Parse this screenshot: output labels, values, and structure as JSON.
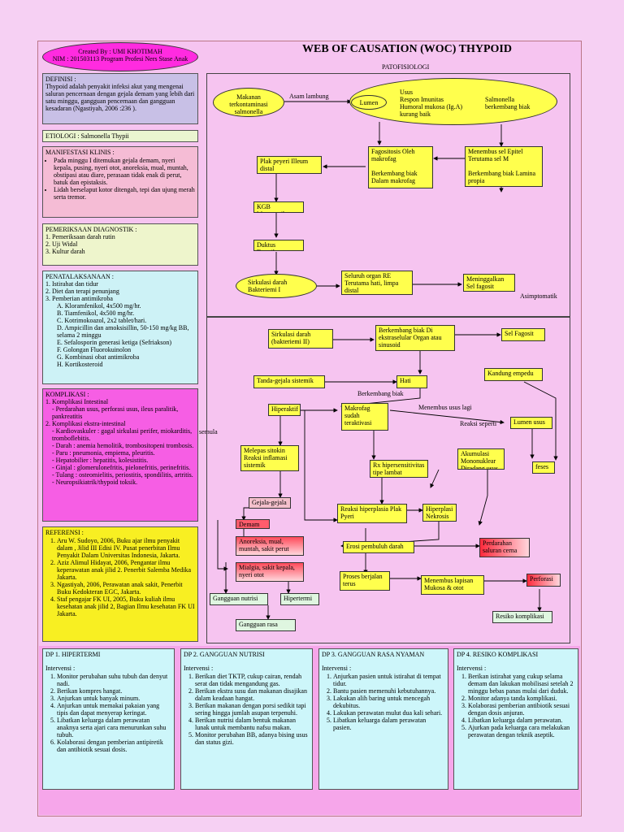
{
  "header": {
    "credit_line1": "Created By : UMI KHOTIMAH",
    "credit_line2": "NIM : 201503113 Program Profesi Ners Stase Anak",
    "title": "WEB OF CAUSATION (WOC) THYPOID",
    "patofisiologi": "PATOFISIOLOGI"
  },
  "left": {
    "definisi_title": "DEFINISI :",
    "definisi_text": "Thypoid adalah penyakit infeksi akut yang mengenai saluran pencernaan dengan gejala demam yang lebih dari satu minggu, gangguan pencernaan dan gangguan kesadaran (Ngastiyah, 2006 :236 ).",
    "etiologi": "ETIOLOGI : Salmonella Thypii",
    "manifestasi_title": "MANIFESTASI KLINIS :",
    "manifestasi_items": [
      "Pada minggu I ditemukan gejala demam, nyeri kepala, pusing, nyeri otot, anoreksia, mual, muntah, obstipasi atau diare, perasaan tidak enak di perut, batuk dan epistaksis.",
      "Lidah berselaput kotor ditengah, tepi dan ujung merah serta tremor."
    ],
    "pemeriksaan_title": "PEMERIKSAAN DIAGNOSTIK :",
    "pemeriksaan_items": [
      "1. Pemeriksaan darah rutin",
      "2. Uji Widal",
      "3. Kultur darah"
    ],
    "penatalaksanaan_title": "PENATALAKSANAAN :",
    "penatalaksanaan_items": [
      "1. Istirahat dan tidur",
      "2. Diet dan terapi penunjang",
      "3. Pemberian antimikroba",
      "A. Kloramfenikol, 4x500 mg/hr.",
      "B. Tiamfenikol, 4x500 mg/hr.",
      "C. Kotrimokoazol, 2x2 tablet/hari.",
      "D. Ampicillin dan amoksisillin, 50-150 mg/kg BB, selama 2 minggu",
      "E. Sefalosporin generasi ketiga (Sefriakson)",
      "F. Golongan Fluorokuinolon",
      "G. Kombinasi obat antimikroba",
      "H. Kortikosteroid"
    ],
    "komplikasi_title": "KOMPLIKASI :",
    "komplikasi_items": [
      "1. Komplikasi Intestinal",
      "- Perdarahan usus, perforasi usus, ileus paralitik, pankreatitis",
      "2. Komplikasi ekstra-intestinal",
      "- Kardiovaskuler : gagal sirkulasi perifer, miokarditis, tromboflebitis.",
      "- Darah : anemia hemolitik, trombositopeni trombosis.",
      "- Paru : pneumonia, empiema, pleuritis.",
      "- Hepatobilier : hepatitis, kolesistitis.",
      "- Ginjal : glomerulonefritis, pielonefritis, perinefritis.",
      "- Tulang : osteomielitis, periostitis, spondilitis, artritis.",
      "- Neuropsikiatrik/thypoid toksik."
    ],
    "referensi_title": "REFERENSI :",
    "referensi_items": [
      "Aru W. Sudoyo, 2006, Buku ajar ilmu penyakit dalam , Jilid III Edisi IV. Pusat penerbitan Ilmu Penyakit Dalam Universitas Indonesia, Jakarta.",
      "Aziz Alimul Hidayat, 2006, Pengantar ilmu keperawatan anak jilid 2. Penerbit Salemba Medika Jakarta.",
      "Ngastiyah, 2006, Perawatan anak sakit, Penerbit Buku Kedokteran EGC, Jakarta.",
      "Staf pengajar FK UI, 2005, Buku kuliah ilmu kesehatan anak jilid 2, Bagian Ilmu kesehatan FK UI Jakarta."
    ]
  },
  "flow": {
    "makanan": "Makanan terkontaminasi salmonella",
    "asam_lambung": "Asam lambung",
    "lumen": "Lumen",
    "usus": "Usus",
    "respon_imun": "Respon Imunitas Humoral mukosa (Ig.A) kurang baik",
    "salmonella_berkembang": "Salmonella berkembang biak",
    "plak_peyeri": "Plak peyeri Illeum distal",
    "fagositosis": "Fagositosis Oleh makrofag",
    "berkembang_makrofag": "Berkembang biak Dalam makrofag",
    "menembus_sel": "Menembus sel Epitel Terutama sel M",
    "berkembang_lamina": "Berkembang biak Lamina propia",
    "kgb": "KGB Mesenterika",
    "duktus": "Duktus Torasikus",
    "sirkulasi1": "Sirkulasi darah Bakteriemi I",
    "seluruh_organ": "Seluruh organ RE Terutama hati, limpa distal",
    "meninggalkan": "Meninggalkan Sel fagosit",
    "asimptomatik": "Asimptomatik",
    "sirkulasi2": "Sirkulasi darah (bakteriemi II)",
    "berkembang_ekstra": "Berkembang biak Di ekstraselular Organ atau sinusoid",
    "sel_fagosit": "Sel Fagosit",
    "tanda_gejala": "Tanda-gejala sistemik",
    "hati": "Hati",
    "kandung_empedu": "Kandung empedu",
    "berkembang_biak": "Berkembang biak",
    "hiperaktif": "Hiperaktif",
    "makrofag_teraktivasi": "Makrofag sudah teraktivasi",
    "menembus_usus_lagi": "Menembus usus lagi",
    "reaksi_seperti": "Reaksi seperti",
    "semula": "semula",
    "lumen_usus": "Lumen usus",
    "melepas_sitokin": "Melepas sitokin Reaksi inflamasi sistemik",
    "rx_hipersensitivitas": "Rx hipersensitivitas tipe lambat",
    "akumulasi": "Akumulasi Mononuklear Diradang usus",
    "feses": "feses",
    "gejala_gejala": "Gejala-gejala",
    "reaksi_hiperplasia": "Reaksi hiperplasia Plak Pyeri",
    "hiperplasi_nekrosis": "Hiperplasi Nekrosis",
    "demam": "Demam",
    "anoreksia": "Anoreksia, mual, muntah, sakit perut",
    "erosi": "Erosi pembuluh darah",
    "perdarahan": "Perdarahan saluran cerna",
    "mialgia": "Mialgia, sakit kepala, nyeri otot",
    "proses_berjalan": "Proses berjalan terus",
    "menembus_lapisan": "Menembus lapisan Mukosa & otot",
    "perforasi": "Perforasi",
    "gangguan_nutrisi": "Gangguan nutrisi",
    "hipertermi": "Hipertermi",
    "resiko_komplikasi": "Resiko komplikasi",
    "gangguan_rasa": "Gangguan rasa nyaman"
  },
  "dp": [
    {
      "title": "DP 1. HIPERTERMI",
      "intervensi": "Intervensi :",
      "items": [
        "Monitor perubahan suhu tubuh dan denyut nadi.",
        "Berikan kompres hangat.",
        "Anjurkan untuk banyak minum.",
        "Anjurkan untuk memakai pakaian yang tipis dan dapat menyerap keringat.",
        "Libatkan keluarga dalam perawatan anaknya serta ajari cara menurunkan suhu tubuh.",
        "Kolaborasi dengan pemberian antipiretik dan antibiotik sesuai dosis."
      ]
    },
    {
      "title": "DP 2. GANGGUAN NUTRISI",
      "intervensi": "Intervensi :",
      "items": [
        "Berikan diet TKTP, cukup cairan, rendah serat dan tidak mengandung gas.",
        "Berikan ekstra susu dan makanan disajikan dalam keadaan hangat.",
        "Berikan makanan dengan porsi sedikit tapi sering hingga jumlah asupan terpenuhi.",
        "Berikan nutrisi dalam bentuk makanan lunak untuk membantu nafsu makan.",
        "Monitor perubahan BB, adanya bising usus dan status gizi."
      ]
    },
    {
      "title": "DP 3. GANGGUAN RASA NYAMAN",
      "intervensi": "Intervensi :",
      "items": [
        "Anjurkan pasien untuk istirahat di tempat tidur.",
        "Bantu pasien memenuhi kebutuhannya.",
        "Lakukan alih baring untuk mencegah dekubitus.",
        "Lakukan perawatan mulut dua kali sehari.",
        "Libatkan keluarga dalam perawatan pasien."
      ]
    },
    {
      "title": "DP 4. RESIKO KOMPLIKASI",
      "intervensi": "Intervensi :",
      "items": [
        "Berikan istirahat yang cukup selama demam dan lakukan mobilisasi setelah 2 minggu bebas panas mulai dari duduk.",
        "Monitor adanya tanda komplikasi.",
        "Kolaborasi pemberian antibiotik sesuai dengan dosis anjuran.",
        "Libatkan keluarga dalam perawatan.",
        "Ajurkan pada keluarga cara melakukan perawatan dengan teknik aseptik."
      ]
    }
  ]
}
